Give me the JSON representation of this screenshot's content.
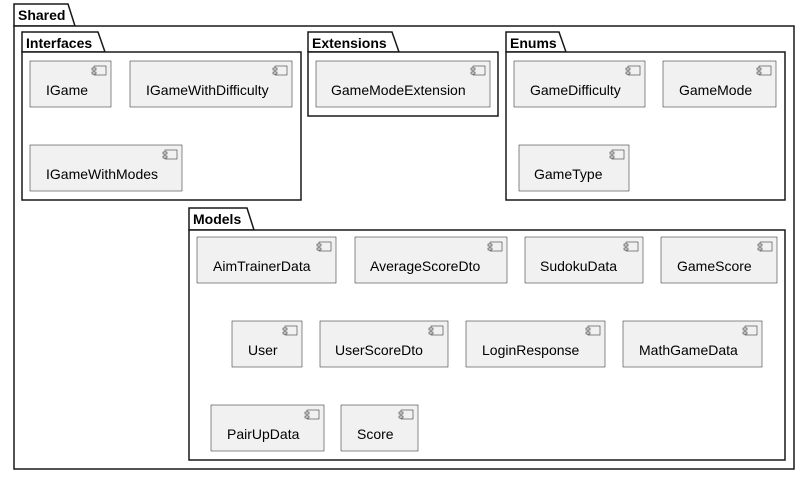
{
  "packages": {
    "shared": "Shared",
    "interfaces": "Interfaces",
    "extensions": "Extensions",
    "enums": "Enums",
    "models": "Models"
  },
  "components": {
    "igame": "IGame",
    "igame_with_difficulty": "IGameWithDifficulty",
    "igame_with_modes": "IGameWithModes",
    "game_mode_extension": "GameModeExtension",
    "game_difficulty": "GameDifficulty",
    "game_mode": "GameMode",
    "game_type": "GameType",
    "aim_trainer_data": "AimTrainerData",
    "average_score_dto": "AverageScoreDto",
    "sudoku_data": "SudokuData",
    "game_score": "GameScore",
    "user": "User",
    "user_score_dto": "UserScoreDto",
    "login_response": "LoginResponse",
    "math_game_data": "MathGameData",
    "pair_up_data": "PairUpData",
    "score": "Score"
  },
  "icons": {
    "component": "uml-component-icon"
  },
  "colors": {
    "component_fill": "#f1f1f1",
    "border": "#181818"
  }
}
